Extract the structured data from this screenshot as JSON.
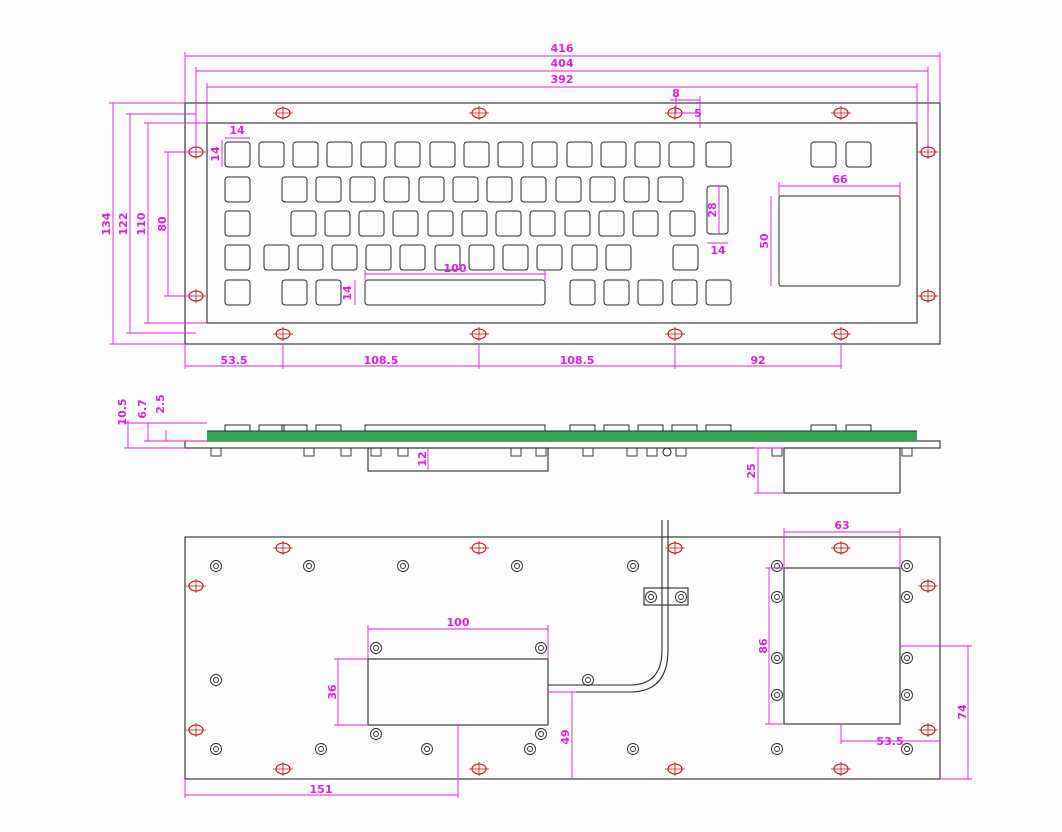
{
  "front_view": {
    "dims": {
      "overall_width": "416",
      "hole_span_width": "404",
      "panel_width": "392",
      "hole_spacing_8": "8",
      "hole_spacing_5": "5",
      "key_width": "14",
      "key_height": "14",
      "overall_height": "134",
      "hole_span_height": "122",
      "panel_height": "110",
      "key_field_height": "80",
      "spacebar_width": "100",
      "spacebar_height": "14",
      "side_key_height": "28",
      "side_key_width": "14",
      "touchpad_width": "66",
      "touchpad_height": "50",
      "hole_pitch_1": "53.5",
      "hole_pitch_2": "108.5",
      "hole_pitch_3": "108.5",
      "hole_pitch_4": "92"
    }
  },
  "side_view": {
    "dims": {
      "total_height": "10.5",
      "key_height": "6.7",
      "plate_thickness": "2.5",
      "spacebar_depth": "12",
      "touchpad_depth": "25"
    },
    "colors": {
      "pcb": "#2fa84f"
    }
  },
  "rear_view": {
    "dims": {
      "touchpad_box_width": "63",
      "spacebar_box_width": "100",
      "spacebar_box_height": "36",
      "touchpad_box_height": "86",
      "cable_offset": "49",
      "touchpad_offset_x": "53.5",
      "touchpad_offset_y": "74",
      "spacebar_offset_x": "151"
    }
  }
}
